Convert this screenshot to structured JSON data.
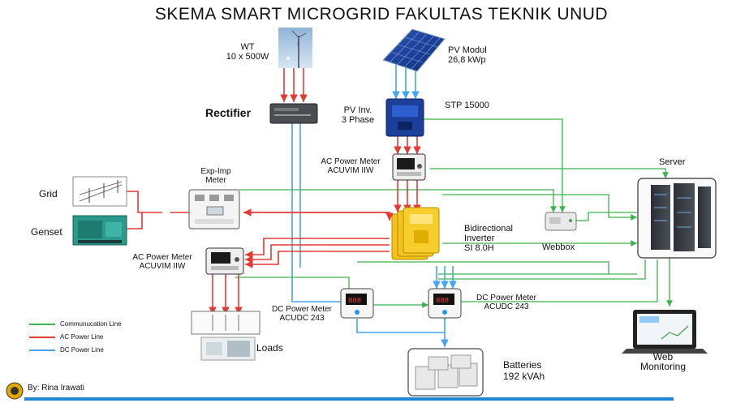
{
  "title": "SKEMA SMART MICROGRID FAKULTAS TEKNIK UNUD",
  "colors": {
    "communication": "#3cb44b",
    "ac": "#e53935",
    "dc": "#42a5f5",
    "accent": "#1f86d6"
  },
  "components": {
    "wt": {
      "line1": "WT",
      "line2": "10 x 500W"
    },
    "pv": {
      "line1": "PV Modul",
      "line2": "26,8 kWp"
    },
    "rectifier": {
      "label": "Rectifier"
    },
    "pv_inverter": {
      "line1": "PV Inv.",
      "line2": "3 Phase"
    },
    "stp": {
      "label": "STP 15000"
    },
    "ac_meter_top": {
      "line1": "AC Power Meter",
      "line2": "ACUVIM IIW"
    },
    "exp_imp_meter": {
      "line1": "Exp-Imp",
      "line2": "Meter"
    },
    "grid": {
      "label": "Grid"
    },
    "genset": {
      "label": "Genset"
    },
    "bidirectional": {
      "line1": "Bidirectional",
      "line2": "Inverter",
      "line3": "SI 8.0H"
    },
    "webbox": {
      "label": "Webbox"
    },
    "server": {
      "label": "Server"
    },
    "ac_meter_left": {
      "line1": "AC Power Meter",
      "line2": "ACUVIM IIW"
    },
    "dc_meter_left": {
      "line1": "DC Power Meter",
      "line2": "ACUDC 243"
    },
    "dc_meter_right": {
      "line1": "DC Power Meter",
      "line2": "ACUDC 243"
    },
    "loads": {
      "label": "Loads"
    },
    "batteries": {
      "line1": "Batteries",
      "line2": "192 kVAh"
    },
    "web_monitoring": {
      "line1": "Web",
      "line2": "Monitoring"
    }
  },
  "legend": [
    {
      "label": "Communucation Line",
      "color": "#3cb44b"
    },
    {
      "label": "AC Power Line",
      "color": "#e53935"
    },
    {
      "label": "DC Power Line",
      "color": "#42a5f5"
    }
  ],
  "author": "By: Rina Irawati"
}
